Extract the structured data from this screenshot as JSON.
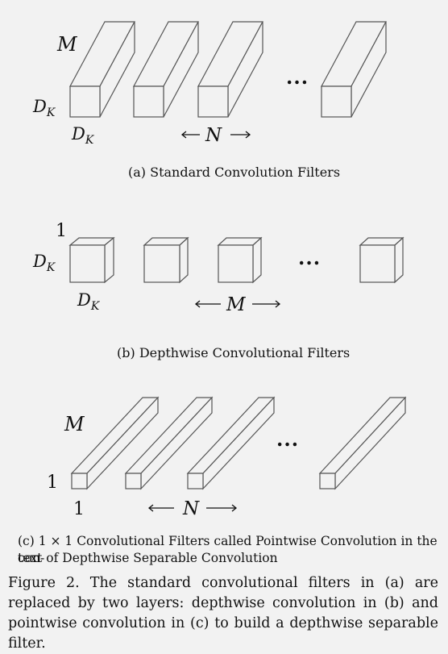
{
  "panel_a": {
    "depth_label": "M",
    "dk_side_var": "D",
    "dk_side_sub": "K",
    "dk_bottom_var": "D",
    "dk_bottom_sub": "K",
    "count_label": "N",
    "ellipsis": "...",
    "caption": "(a)  Standard Convolution Filters"
  },
  "panel_b": {
    "depth_label": "1",
    "dk_side_var": "D",
    "dk_side_sub": "K",
    "dk_bottom_var": "D",
    "dk_bottom_sub": "K",
    "count_label": "M",
    "ellipsis": "...",
    "caption": "(b)  Depthwise Convolutional Filters"
  },
  "panel_c": {
    "depth_label": "M",
    "side_label": "1",
    "bottom_label": "1",
    "count_label": "N",
    "ellipsis": "...",
    "caption_line1": "(c)  1 × 1 Convolutional Filters called Pointwise Convolution in the con-",
    "caption_line2": "text of Depthwise Separable Convolution"
  },
  "figure_caption": "Figure 2. The standard convolutional filters in (a) are replaced by two layers: depthwise convolution in (b) and pointwise convolution in (c) to build a depthwise separable filter."
}
